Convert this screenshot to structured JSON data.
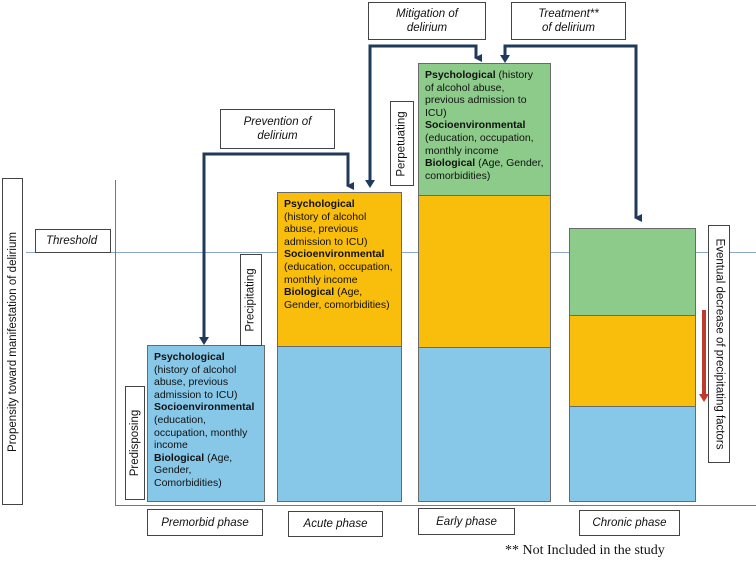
{
  "y_axis_label": "Propensity toward manifestation of delirium",
  "threshold_label": "Threshold",
  "interventions": {
    "prevention": {
      "line1": "Prevention of",
      "line2": "delirium"
    },
    "mitigation": {
      "line1": "Mitigation of",
      "line2": "delirium"
    },
    "treatment": {
      "line1": "Treatment**",
      "line2": "of delirium"
    }
  },
  "factor_types": {
    "predisposing": "Predisposing",
    "precipitating": "Precipitating",
    "perpetuating": "Perpetuating"
  },
  "factors_premorbid": {
    "psych_title": "Psychological",
    "psych_text": "(history of alcohol abuse, previous admission to ICU)",
    "socio_title": "Socioenvironmental",
    "socio_text": "(education, occupation, monthly income",
    "bio_title": "Biological",
    "bio_text": "(Age, Gender, Comorbidities)"
  },
  "factors_acute": {
    "psych_title": "Psychological",
    "psych_text": "(history of alcohol abuse, previous admission to ICU)",
    "socio_title": "Socioenvironmental",
    "socio_text": "(education, occupation, monthly income",
    "bio_title": "Biological",
    "bio_text": "(Age, Gender, comorbidities)"
  },
  "factors_early": {
    "psych_title": "Psychological",
    "psych_text": "(history of alcohol abuse, previous admission to ICU)",
    "socio_title": "Socioenvironmental",
    "socio_text": "(education, occupation, monthly income",
    "bio_title": "Biological",
    "bio_text": "(Age, Gender, comorbidities)"
  },
  "phases": {
    "premorbid": "Premorbid phase",
    "acute": "Acute phase",
    "early": "Early phase",
    "chronic": "Chronic phase"
  },
  "decrease_label": "Eventual decrease of precipitating factors",
  "footnote": "** Not Included in the study",
  "colors": {
    "predisposing": "#87c7e8",
    "precipitating": "#f9bd0b",
    "perpetuating": "#8dcb8a",
    "arrow_dark": "#1f3a5a",
    "arrow_red": "#c0392b",
    "threshold_line": "#8aa6c8"
  }
}
